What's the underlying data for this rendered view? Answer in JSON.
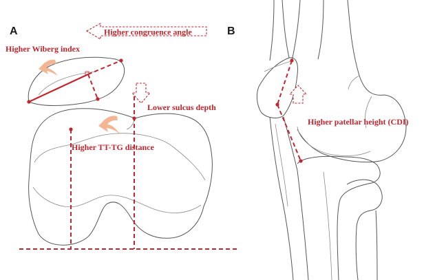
{
  "panels": {
    "a": {
      "label": "A"
    },
    "b": {
      "label": "B"
    }
  },
  "annotations": {
    "congruence_angle": "Higher congruence angle",
    "wiberg_index": "Higher Wiberg index",
    "sulcus_depth": "Lower sulcus depth",
    "tt_tg": "Higher TT-TG distance",
    "patellar_height": "Higher patellar height (CDI)"
  },
  "colors": {
    "annotation": "#c0262d",
    "curved_arrow": "#f3b592",
    "bone_outline": "#555555"
  },
  "icons": {
    "congruence_arrow": "dashed-left-arrow",
    "sulcus_arrow": "dashed-down-arrow",
    "patellar_height_arrow": "dashed-up-arrow",
    "rotation_arrows": "curved-arrow"
  }
}
